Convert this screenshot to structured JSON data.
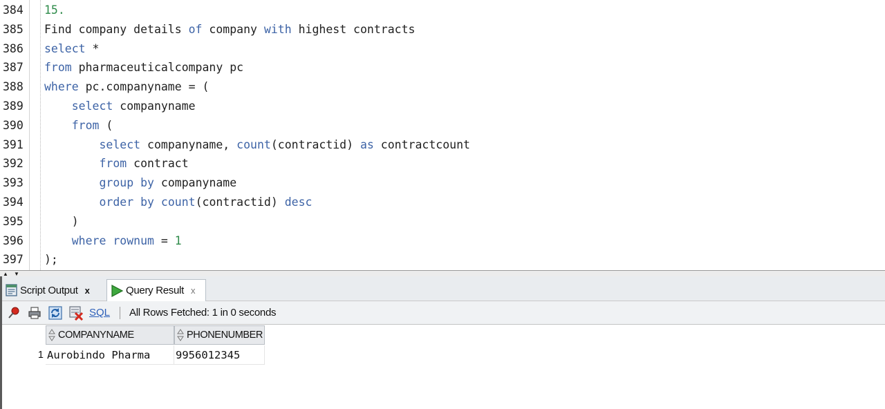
{
  "editor": {
    "line_numbers": [
      "384",
      "385",
      "386",
      "387",
      "388",
      "389",
      "390",
      "391",
      "392",
      "393",
      "394",
      "395",
      "396",
      "397"
    ],
    "lines": [
      [
        {
          "t": "15.",
          "c": "num"
        }
      ],
      [
        {
          "t": "Find company details ",
          "c": ""
        },
        {
          "t": "of",
          "c": "kw"
        },
        {
          "t": " company ",
          "c": ""
        },
        {
          "t": "with",
          "c": "kw"
        },
        {
          "t": " highest contracts",
          "c": ""
        }
      ],
      [
        {
          "t": "select",
          "c": "kw"
        },
        {
          "t": " *",
          "c": ""
        }
      ],
      [
        {
          "t": "from",
          "c": "kw"
        },
        {
          "t": " pharmaceuticalcompany pc",
          "c": ""
        }
      ],
      [
        {
          "t": "where",
          "c": "kw"
        },
        {
          "t": " pc.companyname = (",
          "c": ""
        }
      ],
      [
        {
          "t": "    ",
          "c": ""
        },
        {
          "t": "select",
          "c": "kw"
        },
        {
          "t": " companyname",
          "c": ""
        }
      ],
      [
        {
          "t": "    ",
          "c": ""
        },
        {
          "t": "from",
          "c": "kw"
        },
        {
          "t": " (",
          "c": ""
        }
      ],
      [
        {
          "t": "        ",
          "c": ""
        },
        {
          "t": "select",
          "c": "kw"
        },
        {
          "t": " companyname, ",
          "c": ""
        },
        {
          "t": "count",
          "c": "kw"
        },
        {
          "t": "(contractid) ",
          "c": ""
        },
        {
          "t": "as",
          "c": "kw"
        },
        {
          "t": " contractcount",
          "c": ""
        }
      ],
      [
        {
          "t": "        ",
          "c": ""
        },
        {
          "t": "from",
          "c": "kw"
        },
        {
          "t": " contract",
          "c": ""
        }
      ],
      [
        {
          "t": "        ",
          "c": ""
        },
        {
          "t": "group by",
          "c": "kw"
        },
        {
          "t": " companyname",
          "c": ""
        }
      ],
      [
        {
          "t": "        ",
          "c": ""
        },
        {
          "t": "order by",
          "c": "kw"
        },
        {
          "t": " ",
          "c": ""
        },
        {
          "t": "count",
          "c": "kw"
        },
        {
          "t": "(contractid) ",
          "c": ""
        },
        {
          "t": "desc",
          "c": "kw"
        }
      ],
      [
        {
          "t": "    )",
          "c": ""
        }
      ],
      [
        {
          "t": "    ",
          "c": ""
        },
        {
          "t": "where",
          "c": "kw"
        },
        {
          "t": " ",
          "c": ""
        },
        {
          "t": "rownum",
          "c": "kw"
        },
        {
          "t": " = ",
          "c": ""
        },
        {
          "t": "1",
          "c": "num"
        }
      ],
      [
        {
          "t": ");",
          "c": ""
        }
      ]
    ]
  },
  "tabs": [
    {
      "label": "Script Output",
      "close": "x",
      "icon": "script-output-icon"
    },
    {
      "label": "Query Result",
      "close": "x",
      "icon": "run-triangle-icon"
    }
  ],
  "toolbar": {
    "icons": [
      "pin-icon",
      "print-icon",
      "refresh-icon",
      "clear-icon"
    ],
    "sql_link": "SQL",
    "status": "All Rows Fetched: 1 in 0 seconds"
  },
  "grid": {
    "columns": [
      "COMPANYNAME",
      "PHONENUMBER"
    ],
    "rows": [
      {
        "num": "1",
        "cells": [
          "Aurobindo Pharma",
          "9956012345"
        ]
      }
    ]
  },
  "colors": {
    "keyword": "#3d63a6",
    "number": "#2e8b4a",
    "sql_link": "#2b5eb8",
    "tab_bar": "#e9ecef"
  }
}
